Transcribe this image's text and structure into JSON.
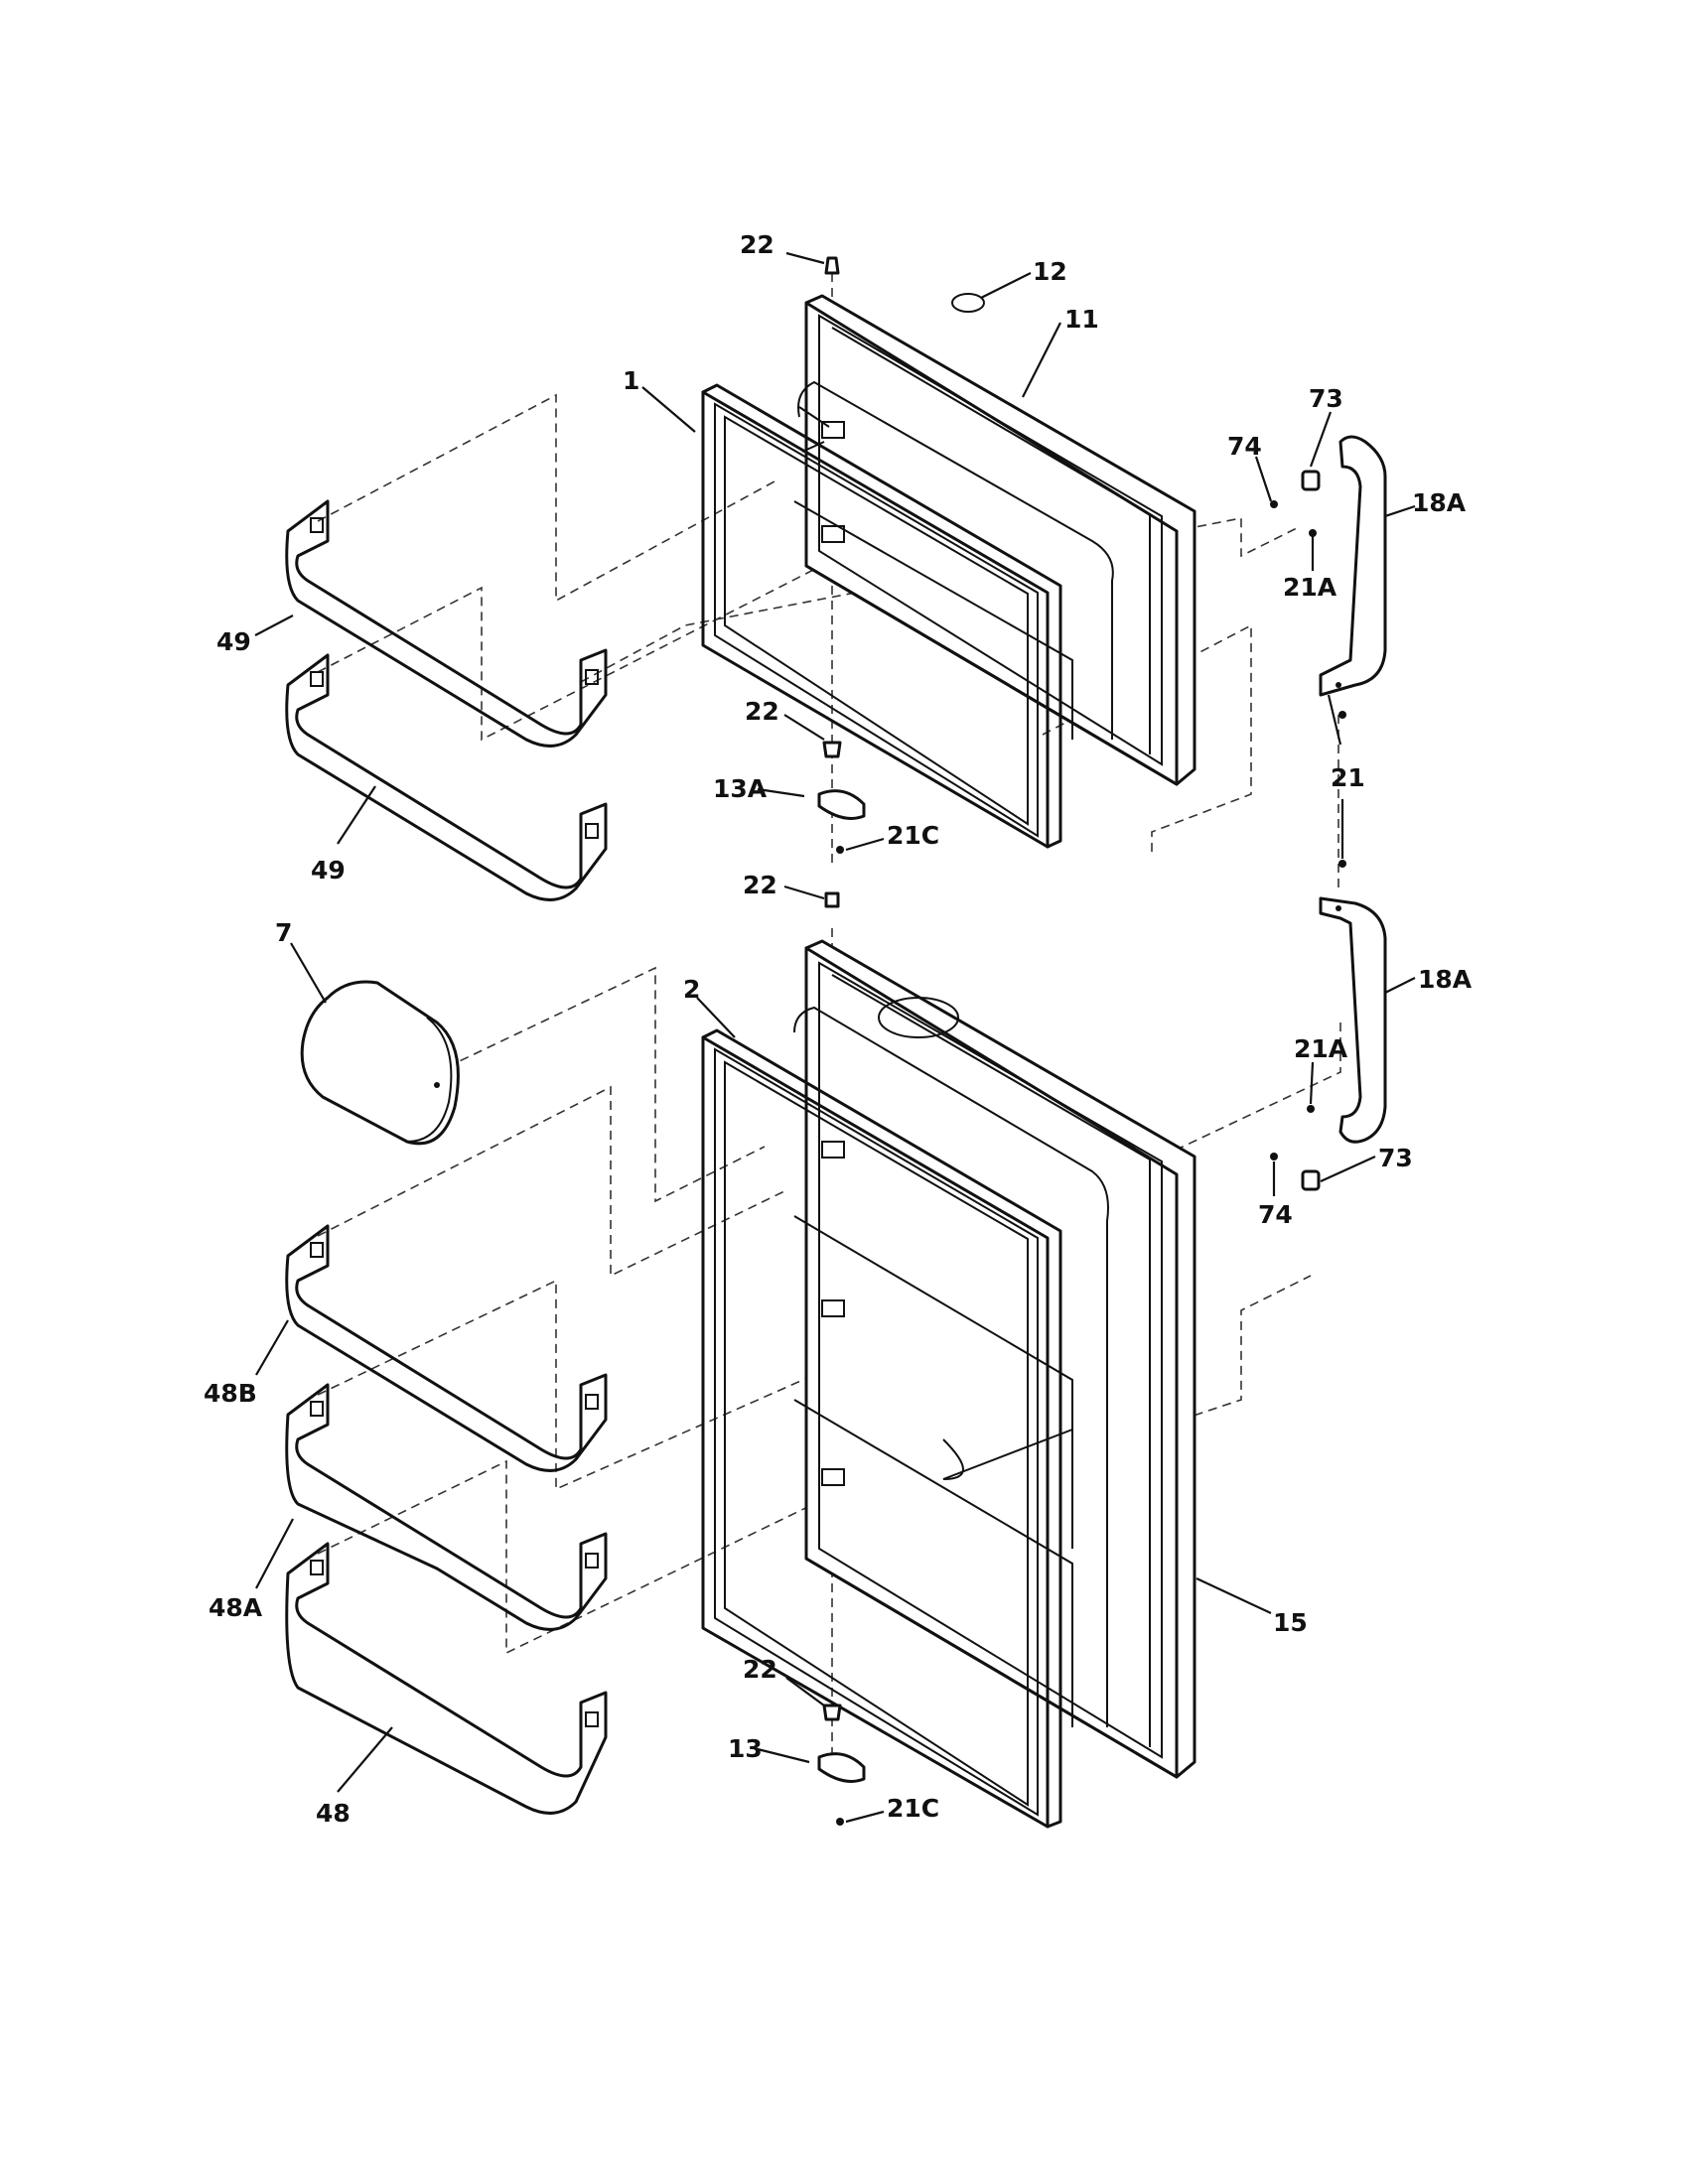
{
  "callouts": {
    "c22_top": "22",
    "c12": "12",
    "c11": "11",
    "c1": "1",
    "c73_top": "73",
    "c74_top": "74",
    "c18A_top": "18A",
    "c21A_top": "21A",
    "c49_upper": "49",
    "c49_lower": "49",
    "c22_mid_upper": "22",
    "c13A": "13A",
    "c21C_upper": "21C",
    "c21": "21",
    "c22_mid_lower": "22",
    "c7": "7",
    "c2": "2",
    "c18A_bottom": "18A",
    "c21A_bottom": "21A",
    "c73_bottom": "73",
    "c74_bottom": "74",
    "c48B": "48B",
    "c48A": "48A",
    "c15": "15",
    "c48": "48",
    "c22_bottom": "22",
    "c13": "13",
    "c21C_lower": "21C"
  },
  "colors": {
    "line": "#111111",
    "background": "#ffffff"
  }
}
